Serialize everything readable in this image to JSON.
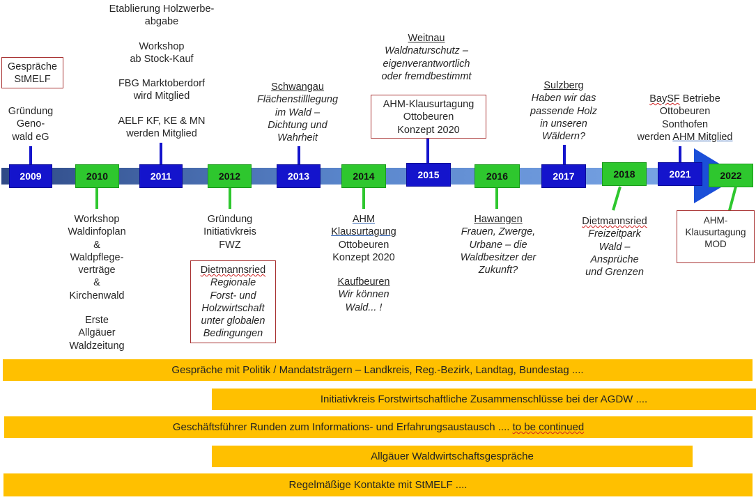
{
  "years": {
    "y2009": "2009",
    "y2010": "2010",
    "y2011": "2011",
    "y2012": "2012",
    "y2013": "2013",
    "y2014": "2014",
    "y2015": "2015",
    "y2016": "2016",
    "y2017": "2017",
    "y2018": "2018",
    "y2021": "2021",
    "y2022": "2022"
  },
  "top": {
    "gespraeche_stmelf": [
      "Gespräche",
      "StMELF"
    ],
    "gruendung_genowald": [
      "Gründung",
      "Geno-",
      "wald eG"
    ],
    "y2011_block": {
      "a": [
        "Etablierung Holzwerbe-",
        "abgabe"
      ],
      "b": [
        "Workshop",
        "ab Stock-Kauf"
      ],
      "c": [
        "FBG Marktoberdorf",
        "wird Mitglied"
      ],
      "d": [
        "AELF KF, KE & MN",
        "werden Mitglied"
      ]
    },
    "schwangau": {
      "place": "Schwangau",
      "lines": [
        "Flächenstilllegung",
        "im Wald –",
        "Dichtung und",
        "Wahrheit"
      ]
    },
    "weitnau": {
      "place": "Weitnau",
      "lines": [
        "Waldnaturschutz –",
        "eigenverantwortlich",
        "oder fremdbestimmt"
      ]
    },
    "ahm_ottobeuren_box": [
      "AHM-Klausurtagung",
      "Ottobeuren",
      "Konzept 2020"
    ],
    "sulzberg": {
      "place": "Sulzberg",
      "lines": [
        "Haben wir das",
        "passende Holz",
        "in unseren",
        "Wäldern?"
      ]
    },
    "baysf": {
      "l1a": "BaySF",
      "l1b": " Betriebe",
      "l2": "Ottobeuren",
      "l3": "Sonthofen",
      "l4a": "werden ",
      "l4b": "AHM Mitglied"
    }
  },
  "bottom": {
    "y2010_block": {
      "a": [
        "Workshop",
        "Waldinfoplan",
        "&",
        "Waldpflege-",
        "verträge",
        "&",
        "Kirchenwald"
      ],
      "b": [
        "Erste",
        "Allgäuer",
        "Waldzeitung"
      ]
    },
    "y2012_block": [
      "Gründung",
      "Initiativkreis",
      "FWZ"
    ],
    "dietmannsried_1": {
      "place": "Dietmannsried",
      "lines": [
        "Regionale",
        "Forst- und",
        "Holzwirtschaft",
        "unter globalen",
        "Bedingungen"
      ]
    },
    "y2014_block": {
      "u1": "AHM",
      "u2": "Klausurtagung",
      "lines": [
        "Ottobeuren",
        "Konzept 2020"
      ]
    },
    "kaufbeuren": {
      "place": "Kaufbeuren",
      "lines": [
        "Wir können",
        "Wald... !"
      ]
    },
    "hawangen": {
      "place": "Hawangen",
      "lines": [
        "Frauen, Zwerge,",
        "Urbane – die",
        "Waldbesitzer der",
        "Zukunft?"
      ]
    },
    "dietmannsried_2": {
      "place": "Dietmannsried",
      "lines": [
        "Freizeitpark",
        "Wald –",
        "Ansprüche",
        "und Grenzen"
      ]
    },
    "ahm_mod_box": [
      "AHM-",
      "Klausurtagung",
      "MOD"
    ]
  },
  "bars": {
    "b1": "Gespräche mit Politik / Mandatsträgern – Landkreis, Reg.-Bezirk, Landtag, Bundestag ....",
    "b2": "Initiativkreis Forstwirtschaftliche Zusammenschlüsse bei der AGDW ....",
    "b3a": "Geschäftsführer Runden zum Informations- und Erfahrungsaustausch .... ",
    "b3b": "to be continued",
    "b4": "Allgäuer Waldwirtschaftsgespräche",
    "b5": "Regelmäßige Kontakte mit StMELF ...."
  },
  "colors": {
    "blue": "#1414cc",
    "green": "#2ec72e",
    "bar": "#ffc000",
    "box_border": "#a83232"
  }
}
